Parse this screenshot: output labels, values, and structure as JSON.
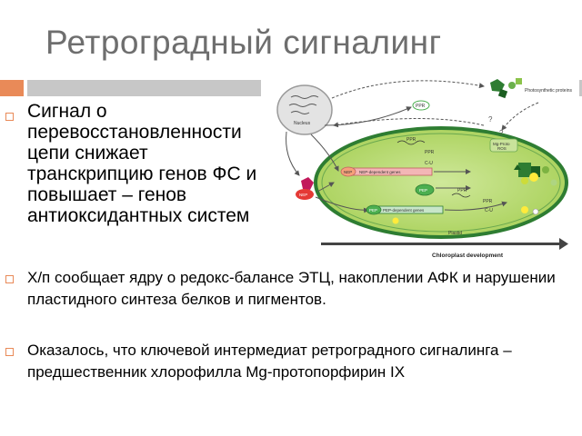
{
  "slide": {
    "title": "Ретроградный сигналинг",
    "bullets": [
      "Сигнал о перевосстановленности цепи снижает транскрипцию генов ФС и повышает – генов антиоксидантных систем",
      "Х/п сообщает ядру о редокс-балансе ЭТЦ, накоплении АФК и нарушении пластидного синтеза белков и пигментов.",
      "Оказалось, что ключевой интермедиат ретроградного сигналинга – предшественник хлорофилла Mg-протопорфирин IX"
    ]
  },
  "diagram": {
    "labels": {
      "nucleus": "Nucleus",
      "photosynthetic_proteins": "Photosynthetic proteins",
      "ppr_top": "PPR",
      "question_1": "?",
      "question_2": "?",
      "ppr_mid": "PPR",
      "ppr_mid2": "PPR",
      "cu_mid": "C-U",
      "nep_gene": "NEP-dependent genes",
      "nep_small": "NEP",
      "nep_left": "NEP",
      "pep_mid": "PEP",
      "mg_proto": "Mg-Proto",
      "ros": "ROS",
      "ppr_low": "PPR",
      "ppr_low2": "PPR",
      "cu_low": "C-U",
      "pep_gene": "PEP-dependent genes",
      "pep_small": "PEP",
      "plastid": "Plastid",
      "development": "Chloroplast development"
    },
    "colors": {
      "plastid_fill": "#b5d86a",
      "plastid_border": "#2e7d32",
      "nucleus_fill": "#e3e3e3",
      "arrow_bar": "#444444",
      "accent": "#e98a58"
    }
  }
}
